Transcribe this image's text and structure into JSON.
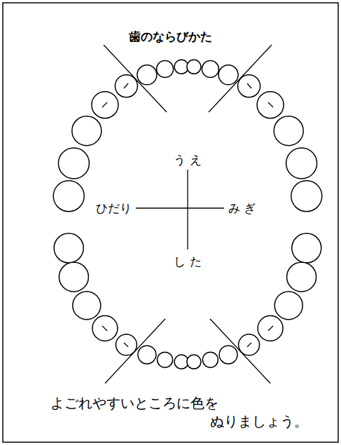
{
  "diagram": {
    "title": "歯のならびかた",
    "caption": "よごれやすいところに色を ぬりましょう。",
    "labels": [
      "う え",
      "ひだり",
      "み ぎ",
      "し た"
    ]
  }
}
